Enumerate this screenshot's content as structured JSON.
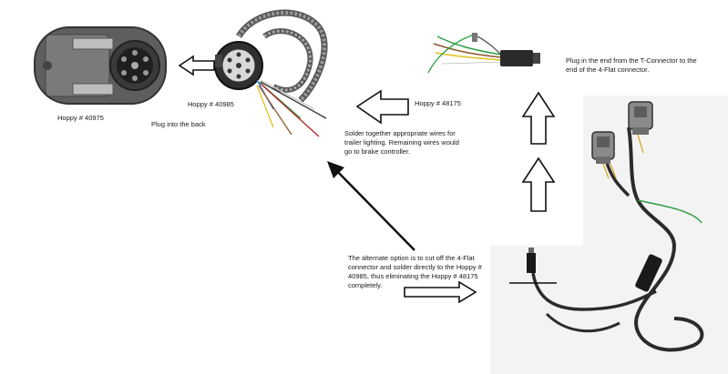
{
  "parts": {
    "receptacle": {
      "label": "Hoppy # 40975"
    },
    "seven_way_harness": {
      "label": "Hoppy # 40985"
    },
    "four_flat": {
      "label": "Hoppy # 48175"
    }
  },
  "notes": {
    "plug_back": "Plug into the back",
    "plug_tconnector": "Plug in the end from the T-Connector to the end of the 4-Flat connector.",
    "solder": "Solder together appropriate wires for trailer lighting. Remaining wires would go to brake controller.",
    "alternate": "The alternate option is to cut off the 4-Flat connector and solder directly to the Hoppy # 40985, thus eliminating the Hoppy # 48175 completely."
  },
  "colors": {
    "arrow_stroke": "#111111",
    "arrow_fill": "#ffffff",
    "wire_sheath": "#2b2b2b",
    "connector_gray": "#8a8a8a",
    "photo_bg": "#f3f3f3"
  }
}
